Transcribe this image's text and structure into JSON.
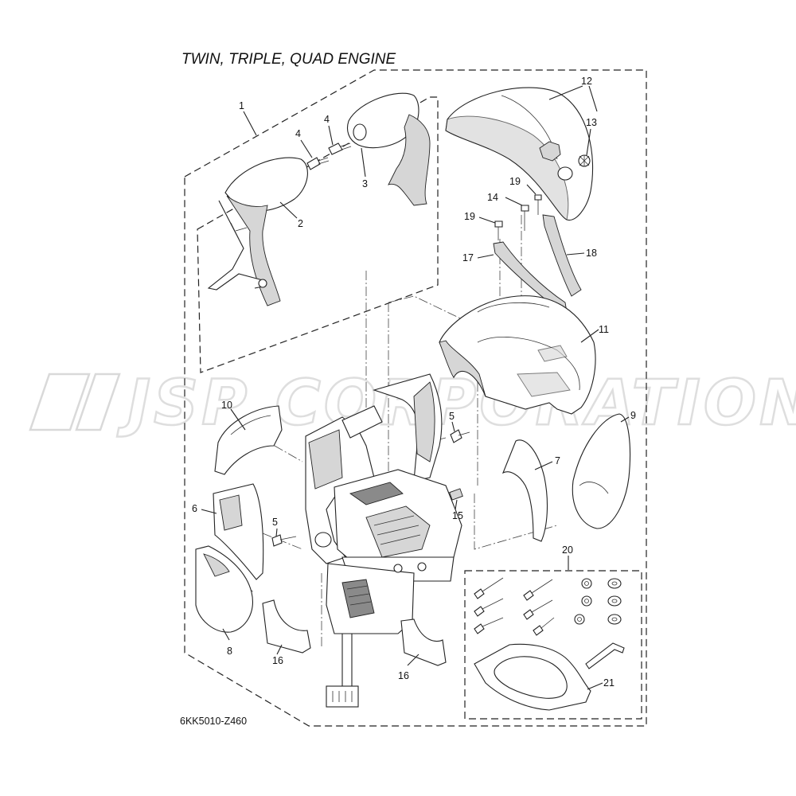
{
  "title": "TWIN, TRIPLE, QUAD ENGINE",
  "part_code": "6KK5010-Z460",
  "watermark": "JSP CORPORATION",
  "callouts": [
    "1",
    "2",
    "3",
    "4",
    "4",
    "5",
    "5",
    "6",
    "7",
    "8",
    "9",
    "10",
    "11",
    "12",
    "13",
    "14",
    "15",
    "16",
    "16",
    "17",
    "18",
    "19",
    "19",
    "20",
    "21"
  ]
}
